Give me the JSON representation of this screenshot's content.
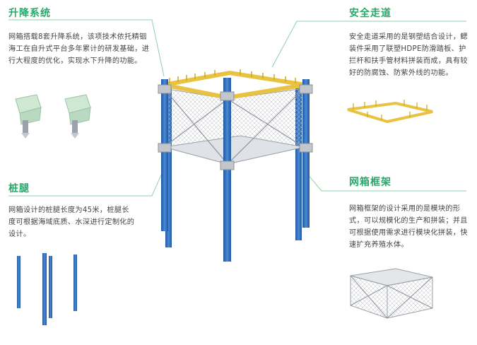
{
  "sections": {
    "lift": {
      "title": "升降系统",
      "desc": "网箱搭载8套升降系统，该项技术依托精铟海工在自升式平台多年累计的研发基础，进行大程度的优化，实现水下升降的功能。"
    },
    "pile": {
      "title": "桩腿",
      "desc": "网箱设计的桩腿长度为45米，桩腿长度可根据海域底质、水深进行定制化的设计。"
    },
    "walkway": {
      "title": "安全走道",
      "desc": "安全走道采用的是钢塑结合设计，鳃装件采用了联塑HDPE防滑踏板、护拦杆和扶手管材料拼装而成，具有较好的防腐蚀、防紫外线的功能。"
    },
    "frame": {
      "title": "网箱框架",
      "desc": "网箱框架的设计采用的是模块的形式，可以规模化的生产和拼装；并且可根据使用需求进行模块化拼装，快速扩充养殖水体。"
    }
  },
  "colors": {
    "accent": "#28a86a",
    "leader": "#8fd0a8",
    "pile": "#2f6fbf",
    "walkway": "#e8c341",
    "frame": "#b8bcc2"
  }
}
